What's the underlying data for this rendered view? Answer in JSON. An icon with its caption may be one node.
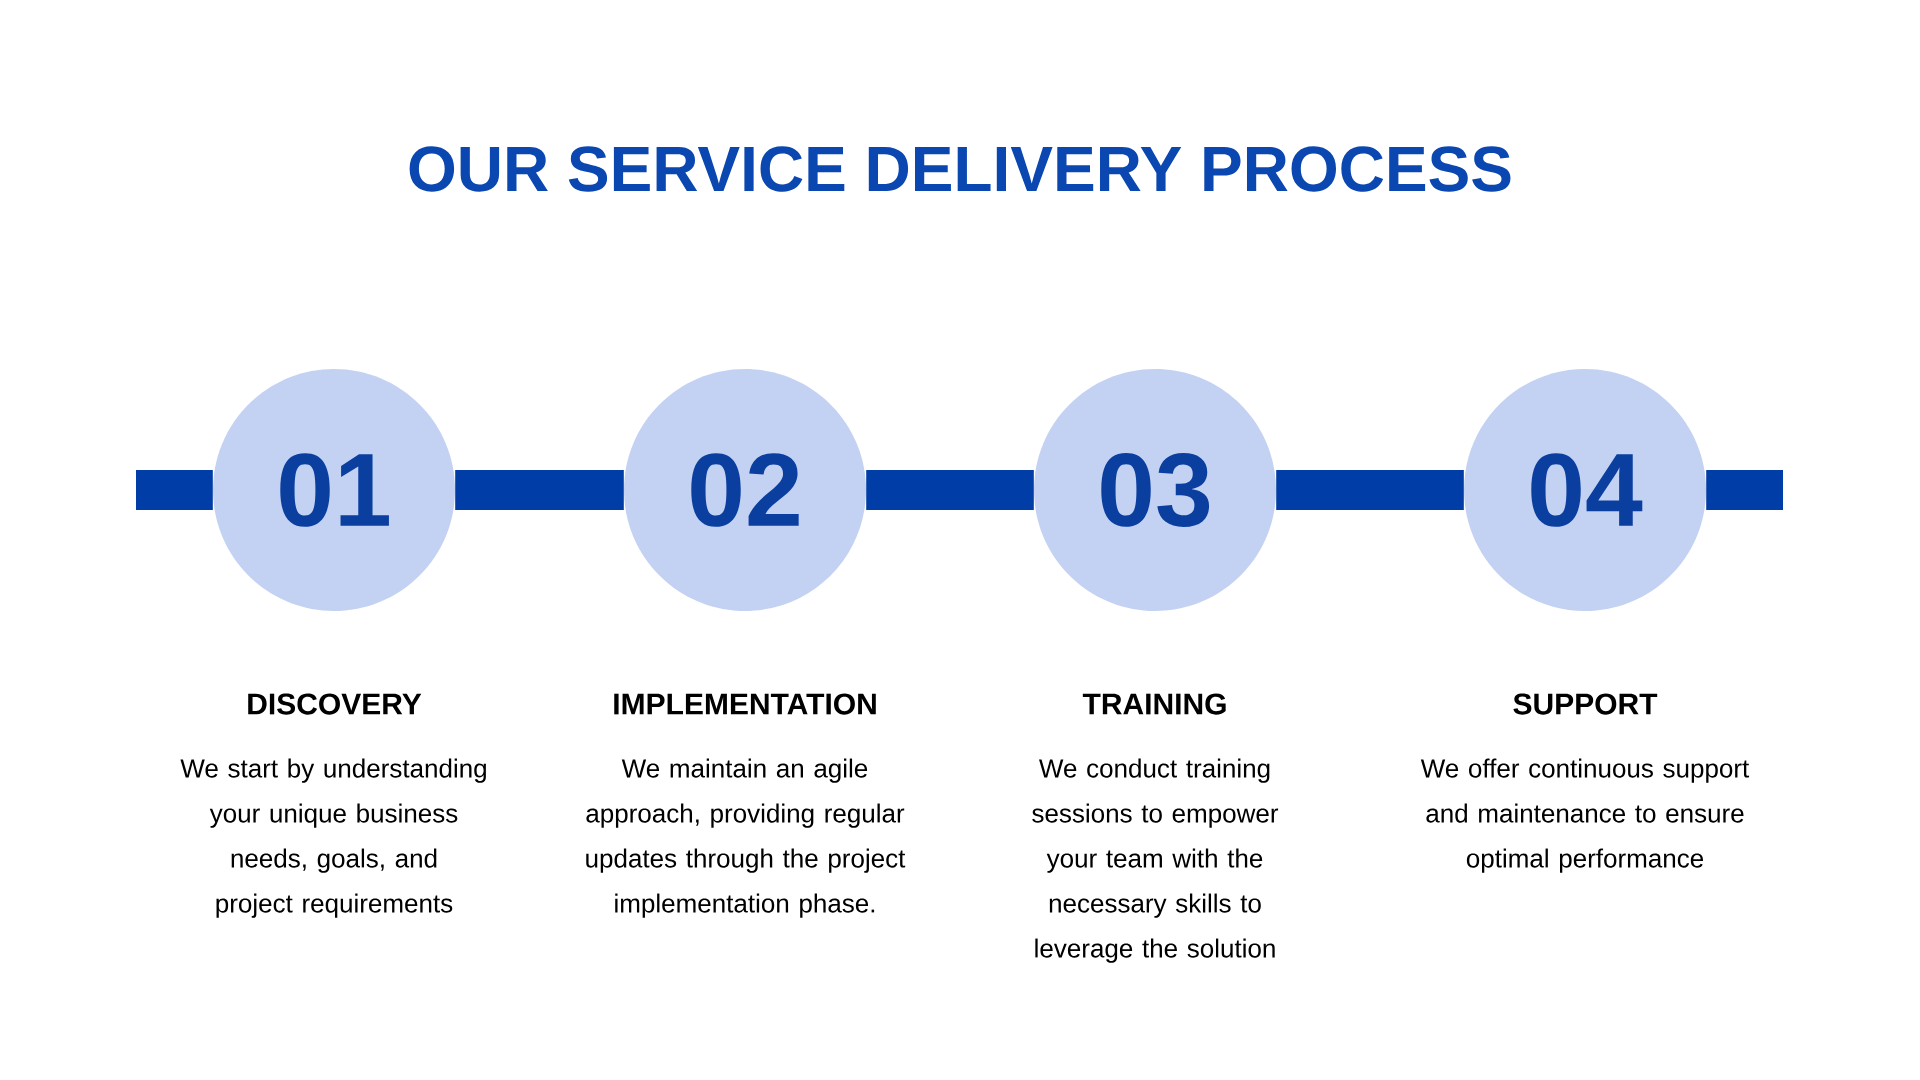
{
  "diagram": {
    "title": "OUR SERVICE DELIVERY PROCESS",
    "nodes": [
      {
        "text": [
          "01"
        ],
        "beside": [
          "DISCOVERY",
          "We start by understanding your unique business needs, goals, and project requirements"
        ]
      },
      {
        "text": [
          "02"
        ],
        "beside": [
          "IMPLEMENTATION",
          "We maintain an agile approach, providing regular updates through the project implementation phase."
        ]
      },
      {
        "text": [
          "03"
        ],
        "beside": [
          "TRAINING",
          "We conduct training sessions to empower your team with the necessary skills to leverage the solution"
        ]
      },
      {
        "text": [
          "04"
        ],
        "beside": [
          "SUPPORT",
          "We offer continuous support and maintenance to ensure optimal performance"
        ]
      }
    ],
    "edges": [
      {
        "from": null,
        "to": 0,
        "arrow": "none"
      },
      {
        "from": 0,
        "to": 1,
        "arrow": "none"
      },
      {
        "from": 1,
        "to": 2,
        "arrow": "none"
      },
      {
        "from": 2,
        "to": 3,
        "arrow": "none"
      },
      {
        "from": 3,
        "to": null,
        "arrow": "none"
      }
    ]
  }
}
